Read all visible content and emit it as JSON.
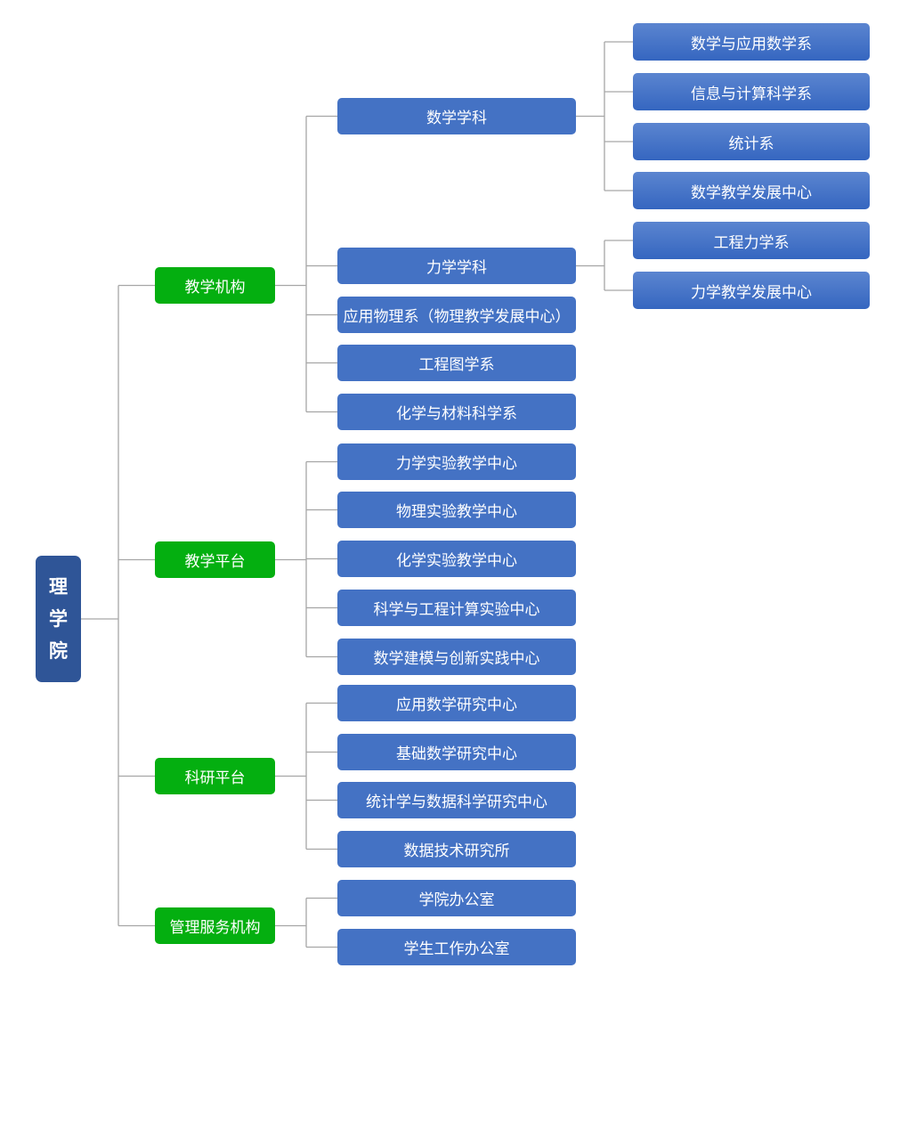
{
  "root": {
    "chars": [
      "理",
      "学",
      "院"
    ]
  },
  "branches": [
    {
      "label": "教学机构",
      "children": [
        {
          "label": "数学学科",
          "children": [
            "数学与应用数学系",
            "信息与计算科学系",
            "统计系",
            "数学教学发展中心"
          ]
        },
        {
          "label": "力学学科",
          "children": [
            "工程力学系",
            "力学教学发展中心"
          ]
        },
        {
          "label": "应用物理系（物理教学发展中心）"
        },
        {
          "label": "工程图学系"
        },
        {
          "label": "化学与材料科学系"
        }
      ]
    },
    {
      "label": "教学平台",
      "children": [
        {
          "label": "力学实验教学中心"
        },
        {
          "label": "物理实验教学中心"
        },
        {
          "label": "化学实验教学中心"
        },
        {
          "label": "科学与工程计算实验中心"
        },
        {
          "label": "数学建模与创新实践中心"
        }
      ]
    },
    {
      "label": "科研平台",
      "children": [
        {
          "label": "应用数学研究中心"
        },
        {
          "label": "基础数学研究中心"
        },
        {
          "label": "统计学与数据科学研究中心"
        },
        {
          "label": "数据技术研究所"
        }
      ]
    },
    {
      "label": "管理服务机构",
      "children": [
        {
          "label": "学院办公室"
        },
        {
          "label": "学生工作办公室"
        }
      ]
    }
  ],
  "colors": {
    "root": "#2f5597",
    "level1": "#04af10",
    "level2": "#4472c4",
    "level3": "#3f6fc8",
    "line": "#a6a6a6"
  }
}
